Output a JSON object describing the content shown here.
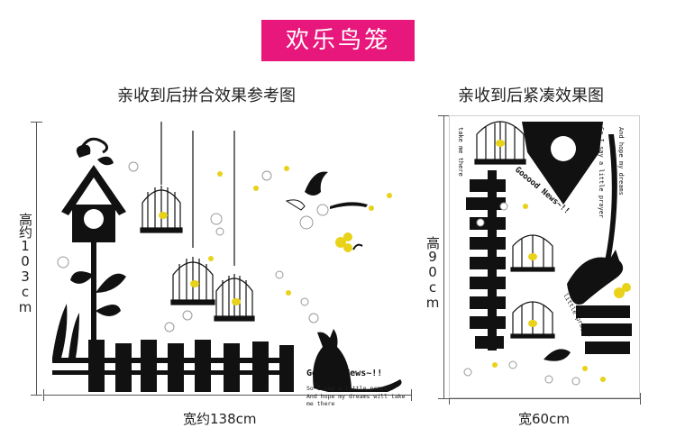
{
  "title": "欢乐鸟笼",
  "left": {
    "caption": "亲收到后拼合效果参考图",
    "width_label": "宽约138cm",
    "height_label": "高约103cm",
    "news": "Gooood News~!!",
    "poem_line1": "So I say a little prayer",
    "poem_line2": "And hope my dreams will take me there"
  },
  "right": {
    "caption": "亲收到后紧凑效果图",
    "width_label": "宽60cm",
    "height_label": "高90cm",
    "news_rotated": "Gooood News~!!",
    "take_me": "take me there",
    "so_i_say": "So I say a little prayer",
    "hope": "And hope my dreams",
    "little_prayer": "little prayer"
  },
  "colors": {
    "banner": "#e8177b",
    "silhouette": "#111111",
    "accent": "#e9d21a"
  },
  "icons": [
    "birdhouse-icon",
    "birdcage-icon",
    "cat-icon",
    "bird-icon",
    "flower-icon",
    "music-note-icon",
    "fence-icon"
  ]
}
